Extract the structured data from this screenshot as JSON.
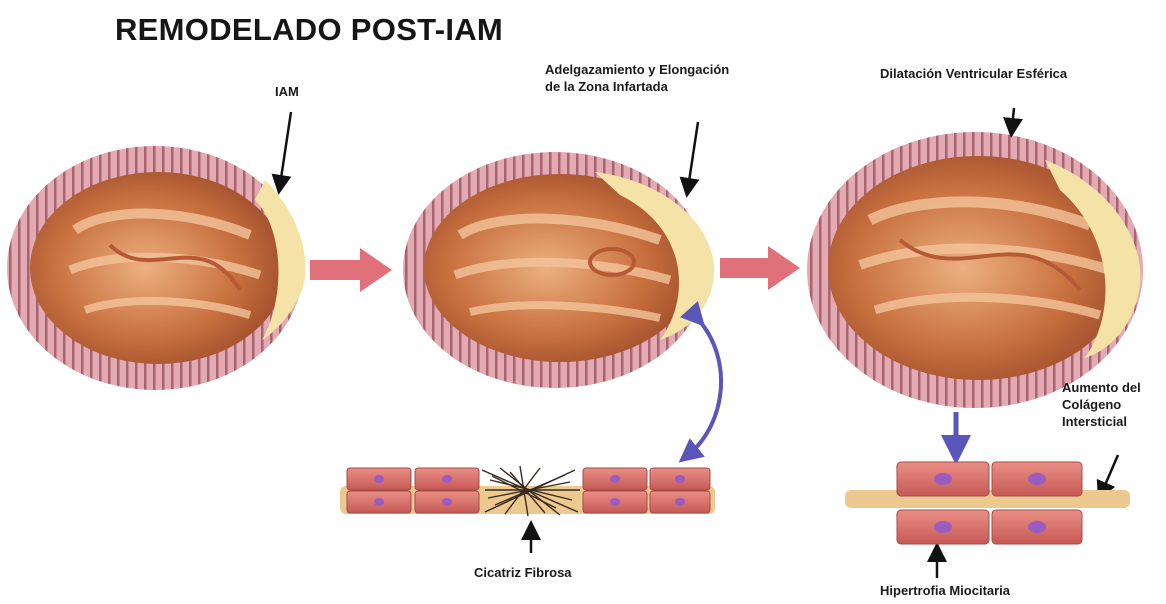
{
  "title": "REMODELADO POST-IAM",
  "labels": {
    "iam": "IAM",
    "thinning": "Adelgazamiento y Elongación\nde la Zona Infartada",
    "dilation": "Dilatación Ventricular Esférica",
    "collagen": "Aumento del\nColágeno\nIntersticial",
    "scar": "Cicatriz Fibrosa",
    "hypertrophy": "Hipertrofia Miocitaria"
  },
  "colors": {
    "myocardium_outer": "#d99aa4",
    "myocardium_stripe": "#a9636f",
    "cavity": "#c0663a",
    "cavity_light": "#e9a576",
    "infarct": "#f4e2a6",
    "transition_arrow": "#e0717a",
    "link_arrow": "#5a55b8",
    "myocyte": "#d9716d",
    "nucleus": "#9a5cc2",
    "scar_fiber": "#3a2a1e"
  }
}
